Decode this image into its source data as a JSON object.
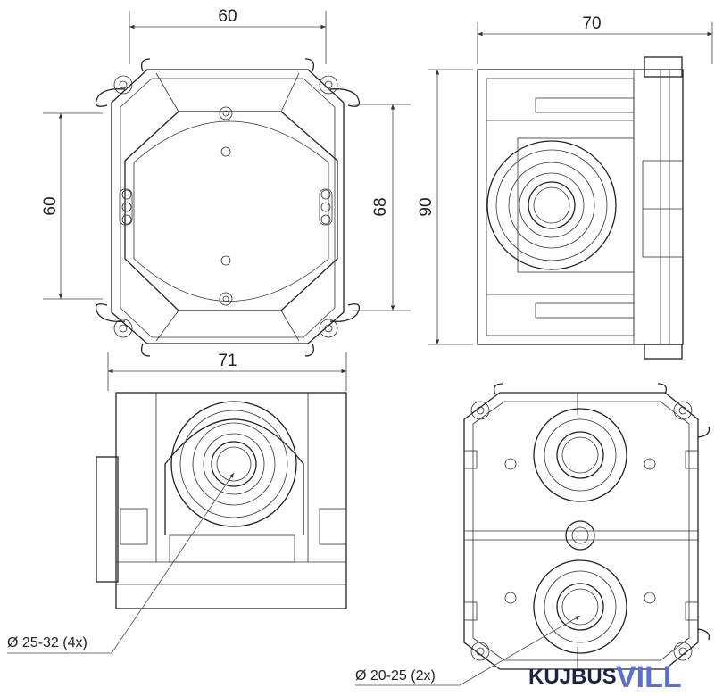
{
  "dimensions": {
    "top_width": "60",
    "left_height": "60",
    "right_height": "68",
    "bottom_width": "71",
    "side_width": "70",
    "side_height": "90"
  },
  "callouts": {
    "large_hole": "Ø 25-32 (4x)",
    "small_hole": "Ø 20-25 (2x)"
  },
  "logo": {
    "part1": "KUJBUS",
    "part2": "VILL"
  }
}
